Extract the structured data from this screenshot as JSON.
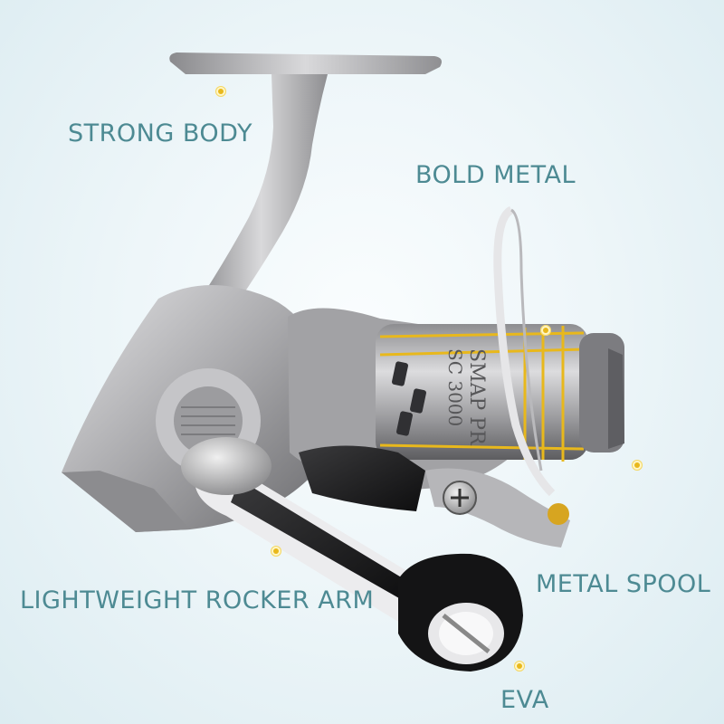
{
  "labels": {
    "strong_body": "STRONG BODY",
    "bold_metal": "BOLD METAL",
    "metal_spool": "METAL SPOOL",
    "rocker_arm": "LIGHTWEIGHT ROCKER ARM",
    "eva": "EVA"
  },
  "reel": {
    "spool_model": "SMAP PR",
    "spool_size": "SC 3000"
  },
  "colors": {
    "label_text": "#4d8a93",
    "accent_gold": "#e8b81c",
    "body_silver": "#b9b9bb",
    "background": "#e9f3f6"
  }
}
